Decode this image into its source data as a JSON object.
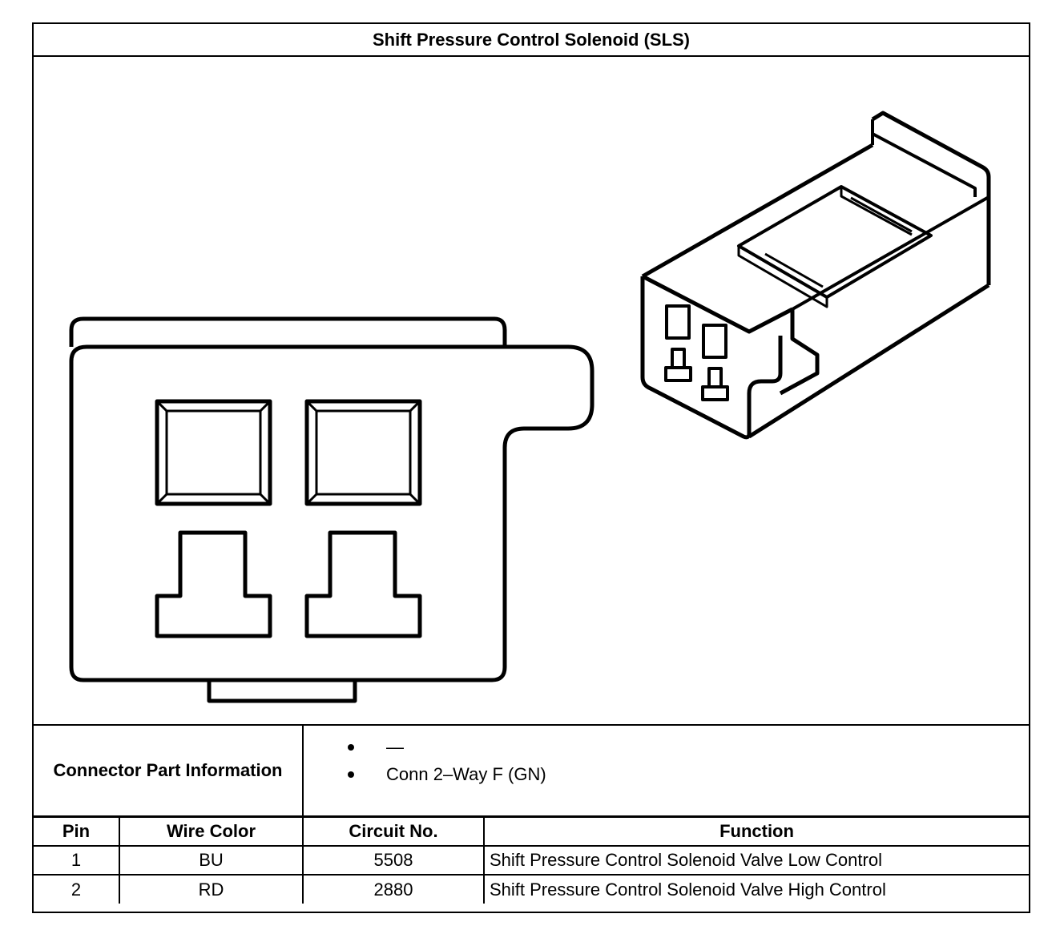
{
  "title": "Shift Pressure Control Solenoid (SLS)",
  "connector_info": {
    "label": "Connector Part Information",
    "items": [
      "—",
      "Conn 2–Way F (GN)"
    ]
  },
  "pin_table": {
    "headers": [
      "Pin",
      "Wire Color",
      "Circuit No.",
      "Function"
    ],
    "rows": [
      [
        "1",
        "BU",
        "5508",
        "Shift Pressure Control Solenoid Valve Low Control"
      ],
      [
        "2",
        "RD",
        "2880",
        "Shift Pressure Control Solenoid Valve High Control"
      ]
    ]
  }
}
